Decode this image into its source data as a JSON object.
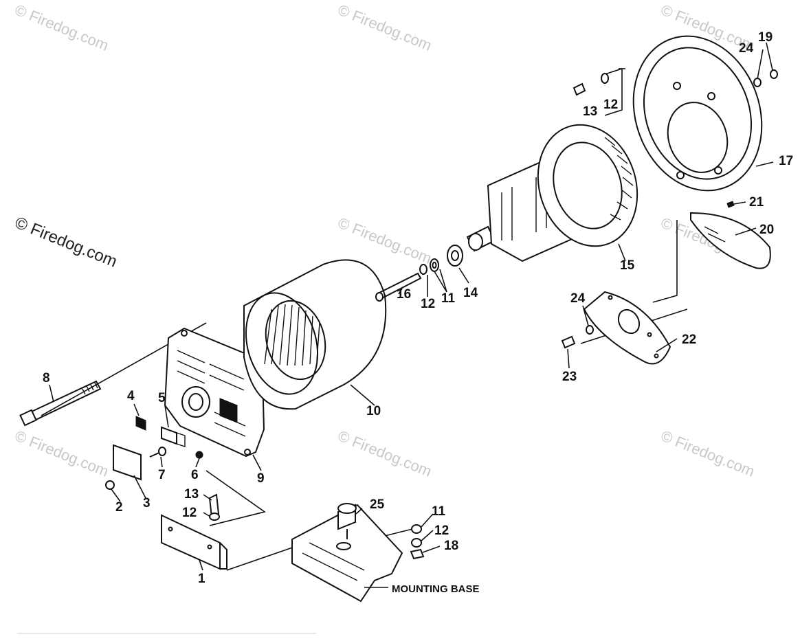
{
  "diagram": {
    "watermark_text": "© Firedog.com",
    "base_label": "MOUNTING BASE",
    "callouts": {
      "c1": "1",
      "c2": "2",
      "c3": "3",
      "c4": "4",
      "c5": "5",
      "c6": "6",
      "c7": "7",
      "c8": "8",
      "c9": "9",
      "c10": "10",
      "c11a": "11",
      "c11b": "11",
      "c12a": "12",
      "c12b": "12",
      "c12c": "12",
      "c12d": "12",
      "c13a": "13",
      "c13b": "13",
      "c14": "14",
      "c15": "15",
      "c16": "16",
      "c17": "17",
      "c18": "18",
      "c19": "19",
      "c20": "20",
      "c21": "21",
      "c22": "22",
      "c23": "23",
      "c24a": "24",
      "c24b": "24",
      "c25": "25"
    }
  }
}
